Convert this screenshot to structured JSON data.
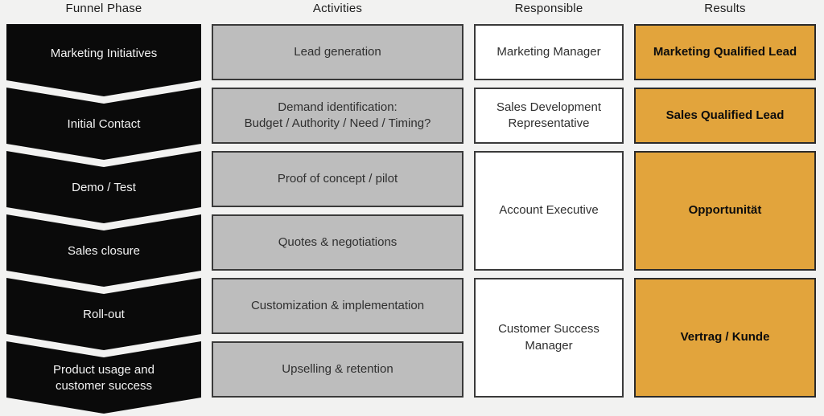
{
  "headers": {
    "funnel_phase": "Funnel Phase",
    "activities": "Activities",
    "responsible": "Responsible",
    "results": "Results"
  },
  "funnel_phases": [
    "Marketing Initiatives",
    "Initial Contact",
    "Demo / Test",
    "Sales closure",
    "Roll-out",
    "Product usage and customer success"
  ],
  "activities": [
    {
      "line1": "Lead generation",
      "line2": ""
    },
    {
      "line1": "Demand identification:",
      "line2": "Budget / Authority / Need / Timing?"
    },
    {
      "line1": "Proof of concept / pilot",
      "line2": ""
    },
    {
      "line1": "Quotes & negotiations",
      "line2": ""
    },
    {
      "line1": "Customization & implementation",
      "line2": ""
    },
    {
      "line1": "Upselling & retention",
      "line2": ""
    }
  ],
  "responsible": [
    "Marketing Manager",
    "Sales Development Representative",
    "Account Executive",
    "Customer Success Manager"
  ],
  "results": [
    "Marketing Qualified Lead",
    "Sales Qualified Lead",
    "Opportunität",
    "Vertrag / Kunde"
  ],
  "colors": {
    "background": "#f2f2f1",
    "chevron_fill": "#0a0a0a",
    "chevron_text": "#f2f2f2",
    "activity_fill": "#bdbdbd",
    "responsible_fill": "#ffffff",
    "result_fill": "#e2a43c",
    "box_border": "#3a3a3a",
    "result_text": "#0d0d0d"
  }
}
